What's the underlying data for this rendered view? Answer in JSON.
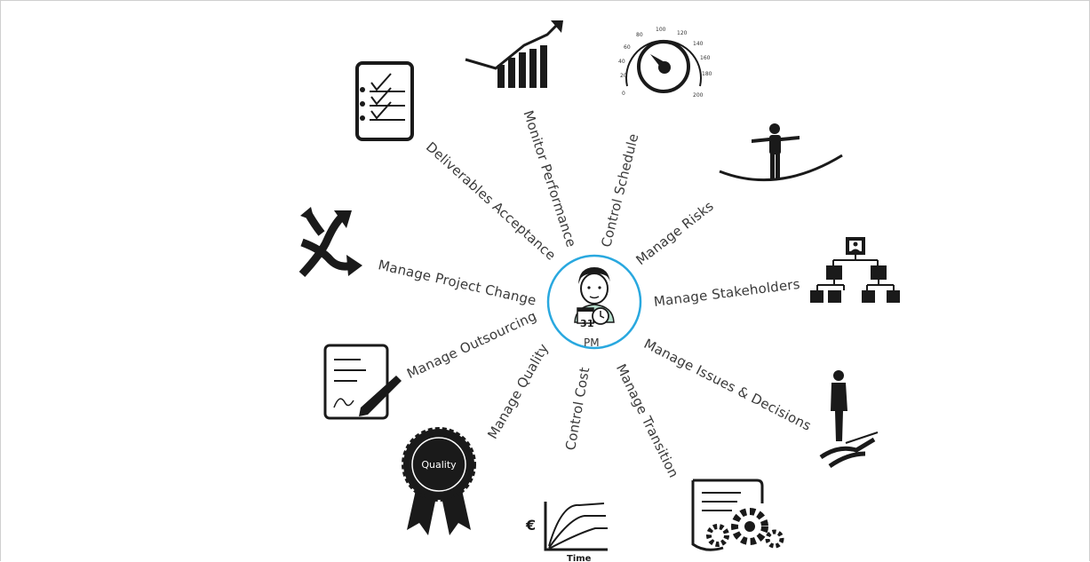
{
  "center": {
    "label": "PM",
    "calendar_day": "31"
  },
  "spokes": [
    {
      "id": "monitor-performance",
      "label": "Monitor Performance",
      "icon": "bar-chart-growth-icon"
    },
    {
      "id": "control-schedule",
      "label": "Control Schedule",
      "icon": "speedometer-gauge-icon"
    },
    {
      "id": "manage-risks",
      "label": "Manage Risks",
      "icon": "tightrope-walker-icon"
    },
    {
      "id": "manage-stakeholders",
      "label": "Manage Stakeholders",
      "icon": "org-chart-icon"
    },
    {
      "id": "manage-issues-decisions",
      "label": "Manage Issues & Decisions",
      "icon": "crossroads-person-icon"
    },
    {
      "id": "manage-transition",
      "label": "Manage Transition",
      "icon": "gears-document-icon"
    },
    {
      "id": "control-cost",
      "label": "Control Cost",
      "icon": "cost-curve-chart-icon"
    },
    {
      "id": "manage-quality",
      "label": "Manage Quality",
      "icon": "quality-rosette-icon"
    },
    {
      "id": "manage-outsourcing",
      "label": "Manage Outsourcing",
      "icon": "contract-sign-icon"
    },
    {
      "id": "manage-project-change",
      "label": "Manage Project Change",
      "icon": "diverging-arrows-icon"
    },
    {
      "id": "deliverables-acceptance",
      "label": "Deliverables Acceptance",
      "icon": "checklist-icon"
    }
  ],
  "gauge": {
    "ticks": [
      "0",
      "20",
      "40",
      "60",
      "80",
      "100",
      "120",
      "140",
      "160",
      "180",
      "200"
    ]
  },
  "quality_badge": {
    "text": "Quality"
  },
  "cost_chart": {
    "ylabel": "€",
    "xlabel": "Time"
  },
  "colors": {
    "ring": "#29a8df",
    "icon": "#1a1a1a",
    "text": "#3a3a3a",
    "pm_shirt": "#b5dccb"
  }
}
